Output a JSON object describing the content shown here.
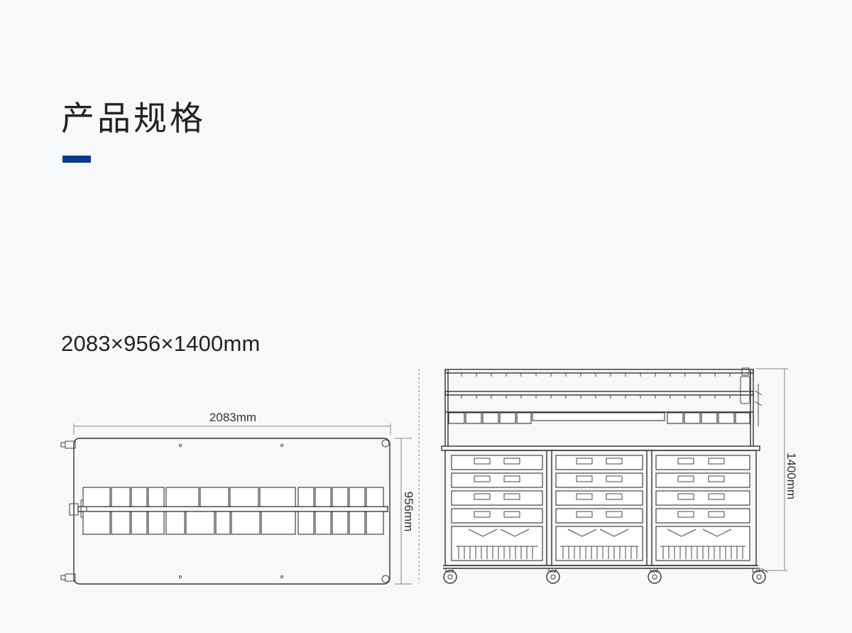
{
  "header": {
    "title": "产品规格"
  },
  "spec": {
    "dimensions": "2083×956×1400mm"
  },
  "drawing": {
    "top_view": {
      "width_label": "2083mm",
      "depth_label": "956mm"
    },
    "front_view": {
      "height_label": "1400mm"
    }
  }
}
